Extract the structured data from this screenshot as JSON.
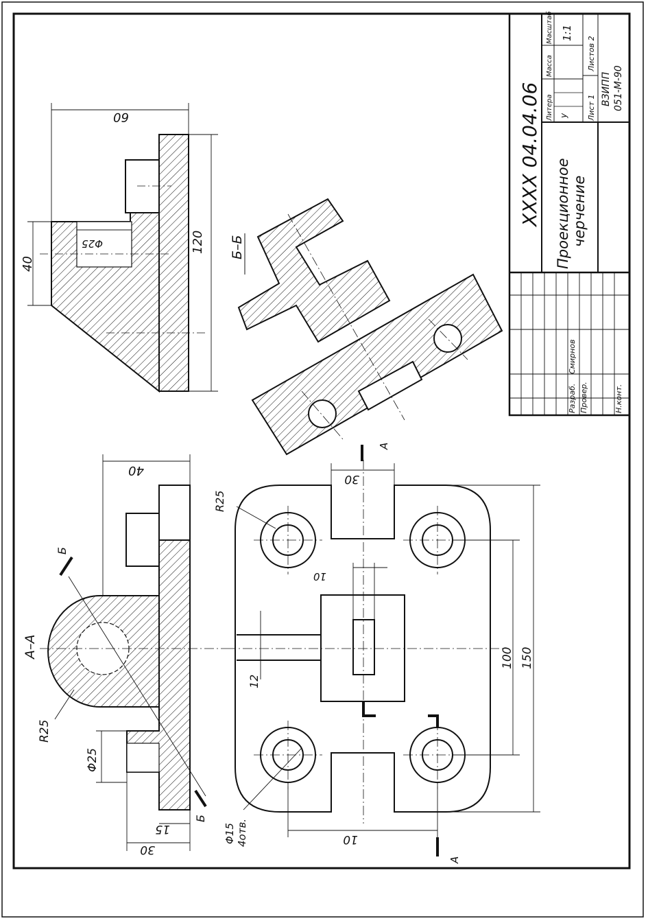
{
  "colors": {
    "ink": "#111111",
    "paper": "#ffffff"
  },
  "views": {
    "side_view": {
      "dims": {
        "width": "60",
        "height": "120",
        "boss": "40",
        "hole": "Φ25"
      }
    },
    "section_bb": {
      "label": "Б–Б"
    },
    "section_aa": {
      "label": "А–А",
      "dims": {
        "depth": "40",
        "radius": "R25",
        "hole": "Φ25",
        "step": "15",
        "base": "30"
      },
      "cut_mark": "Б"
    },
    "plan_view": {
      "cut_mark": "A",
      "dims": {
        "slot_width": "30",
        "corner_radius": "R25",
        "inner_slot": "10",
        "rib": "12",
        "hole_spacing": "100",
        "overall": "150",
        "bottom_spacing": "10",
        "holes": "Φ15",
        "holes_count": "4отв."
      }
    }
  },
  "title_block": {
    "designation": "XXXX 04.04.06",
    "title_line1": "Проекционное",
    "title_line2": "черчение",
    "col_litera": "Литера",
    "col_mass": "Масса",
    "col_scale": "Масштаб",
    "litera_value": "у",
    "scale_value": "1:1",
    "sheet": "Лист 1",
    "sheets": "Листов 2",
    "org_line1": "ВЗИПП",
    "org_line2": "051-М-90",
    "role_developer": "Разраб.",
    "name_developer": "Смирнов",
    "role_checker": "Провер.",
    "role_norm": "Н.конт."
  }
}
